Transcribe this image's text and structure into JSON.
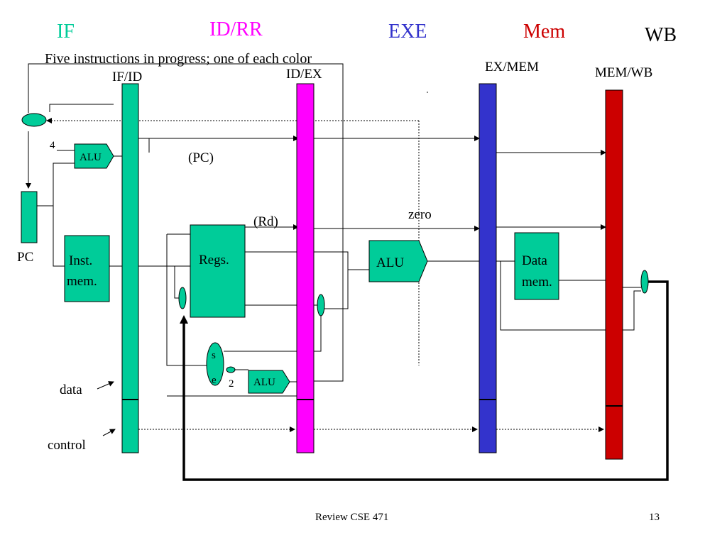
{
  "stages": {
    "if": "IF",
    "id_rr": "ID/RR",
    "exe": "EXE",
    "mem": "Mem",
    "wb": "WB"
  },
  "subtitle": "Five instructions in progress; one of each color",
  "registers": {
    "if_id": "IF/ID",
    "id_ex": "ID/EX",
    "ex_mem": "EX/MEM",
    "mem_wb": "MEM/WB"
  },
  "labels": {
    "pc": "PC",
    "four": "4",
    "alu_small": "ALU",
    "pc_paren": "(PC)",
    "rd_paren": "(Rd)",
    "zero": "zero",
    "inst_mem_1": "Inst.",
    "inst_mem_2": "mem.",
    "regs": "Regs.",
    "alu": "ALU",
    "data_mem_1": "Data",
    "data_mem_2": "mem.",
    "se_1": "s",
    "se_2": "e",
    "two": "2",
    "alu_branch": "ALU",
    "data": "data",
    "control": "control"
  },
  "footer": {
    "center": "Review CSE 471",
    "page": "13"
  },
  "colors": {
    "green": "#00CC99",
    "magenta": "#FF00FF",
    "blue": "#3333CC",
    "red": "#CC0000",
    "if_text": "#00CC99",
    "idrr_text": "#FF00FF",
    "exe_text": "#3333CC",
    "mem_text": "#CC0000",
    "wb_text": "#000000"
  }
}
